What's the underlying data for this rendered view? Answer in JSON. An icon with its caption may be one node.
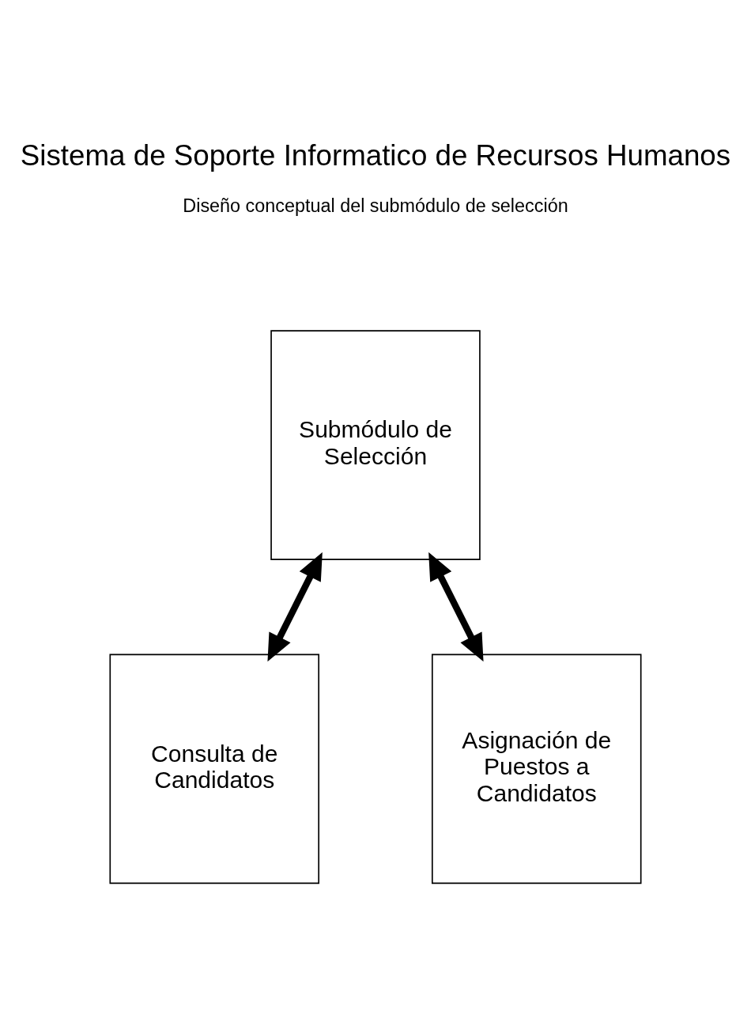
{
  "diagram": {
    "title": "Sistema de Soporte Informatico de Recursos Humanos",
    "nodes": [
      {
        "text": [
          "Submódulo de Selección"
        ]
      },
      {
        "text": [
          "Consulta de Candidatos"
        ]
      },
      {
        "text": [
          "Asignación de Puestos a Candidatos"
        ]
      }
    ],
    "edges": [
      {
        "from": 0,
        "to": 1,
        "arrow": "both"
      },
      {
        "from": 0,
        "to": 2,
        "arrow": "both"
      }
    ],
    "labels": [
      "Diseño conceptual del submódulo de selección"
    ]
  }
}
